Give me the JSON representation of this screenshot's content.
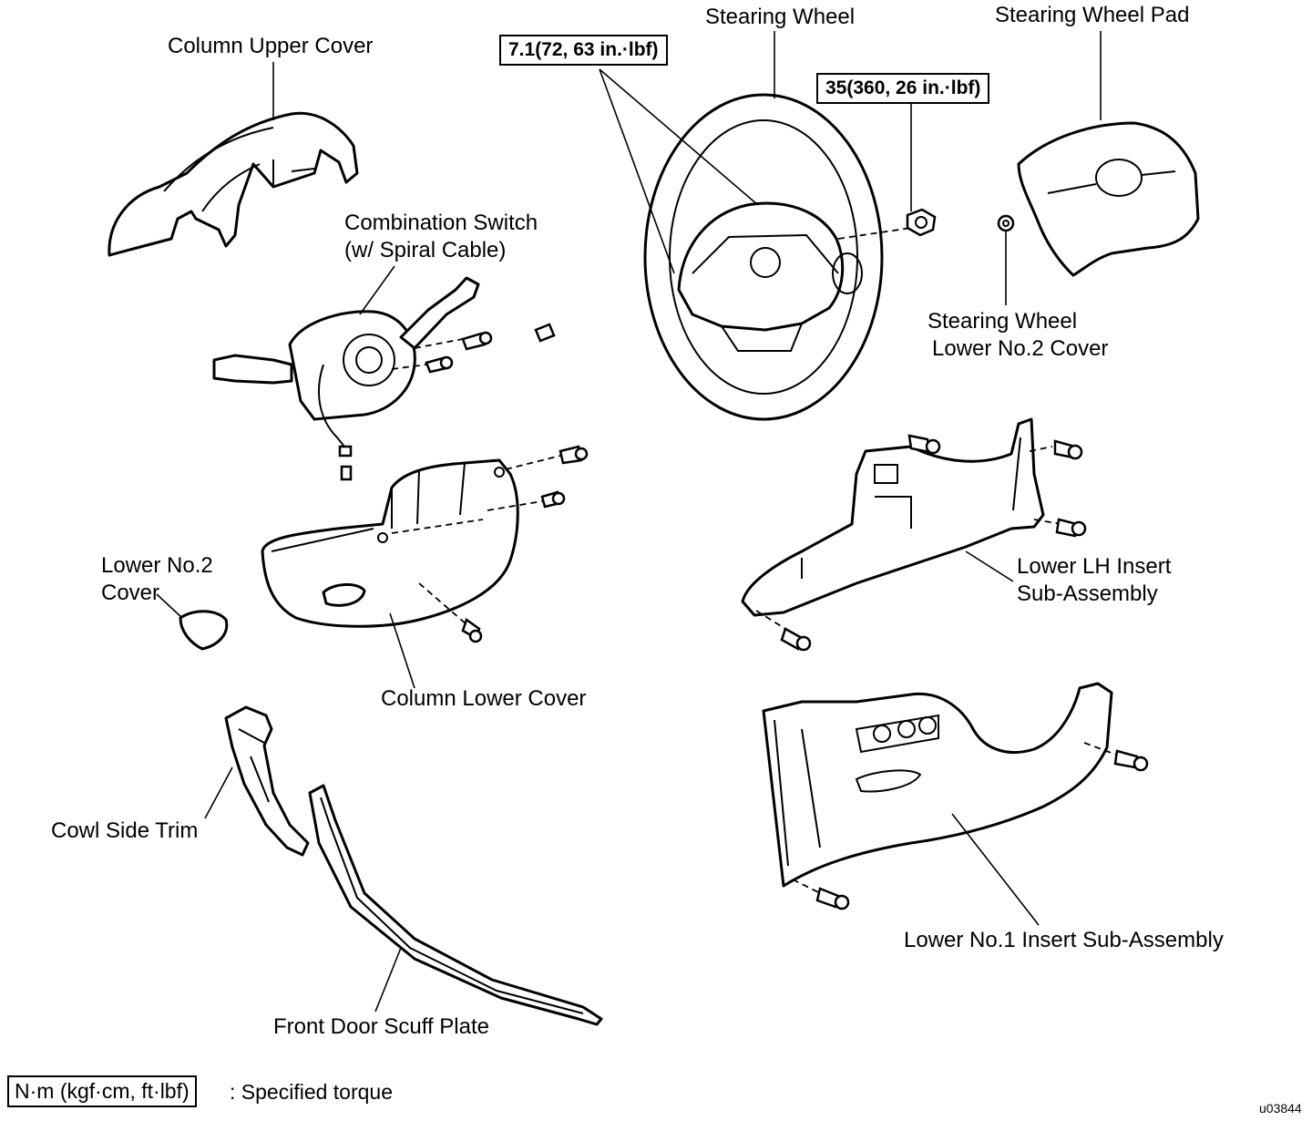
{
  "labels": {
    "column_upper_cover": "Column Upper Cover",
    "combination_switch_line1": "Combination Switch",
    "combination_switch_line2": "(w/ Spiral Cable)",
    "stearing_wheel": "Stearing Wheel",
    "stearing_wheel_pad": "Stearing Wheel Pad",
    "wheel_lower_cover_line1": "Stearing Wheel",
    "wheel_lower_cover_line2": "Lower No.2 Cover",
    "lower_lh_insert_line1": "Lower LH Insert",
    "lower_lh_insert_line2": "Sub-Assembly",
    "lower_no2_cover_line1": "Lower No.2",
    "lower_no2_cover_line2": "Cover",
    "column_lower_cover": "Column Lower Cover",
    "cowl_side_trim": "Cowl Side Trim",
    "front_door_scuff_plate": "Front Door Scuff Plate",
    "lower_no1_insert": "Lower No.1 Insert Sub-Assembly"
  },
  "torque": {
    "wheel_bolts": "7.1(72,  63 in.·lbf)",
    "wheel_nut": "35(360,  26 in.·lbf)"
  },
  "legend": {
    "unit_box": "N·m (kgf·cm, ft·lbf)",
    "text": ": Specified torque"
  },
  "figure_id": "u03844"
}
